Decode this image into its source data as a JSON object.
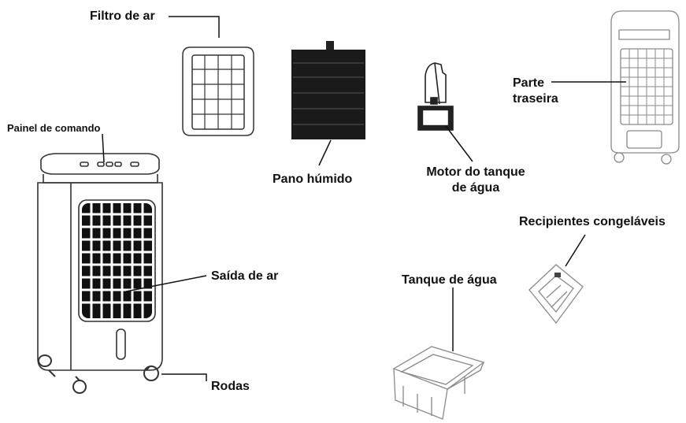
{
  "labels": {
    "air_filter": "Filtro de ar",
    "control_panel": "Painel de comando",
    "wet_pad": "Pano húmido",
    "tank_motor_line1": "Motor do tanque",
    "tank_motor_line2": "de água",
    "back_part_line1": "Parte",
    "back_part_line2": "traseira",
    "freezable_containers": "Recipientes congeláveis",
    "air_outlet": "Saída de ar",
    "water_tank": "Tanque de água",
    "wheels": "Rodas"
  },
  "colors": {
    "ink": "#111111",
    "outline": "#333333",
    "pad": "#1a1a1a",
    "faint": "#9a9a9a"
  }
}
